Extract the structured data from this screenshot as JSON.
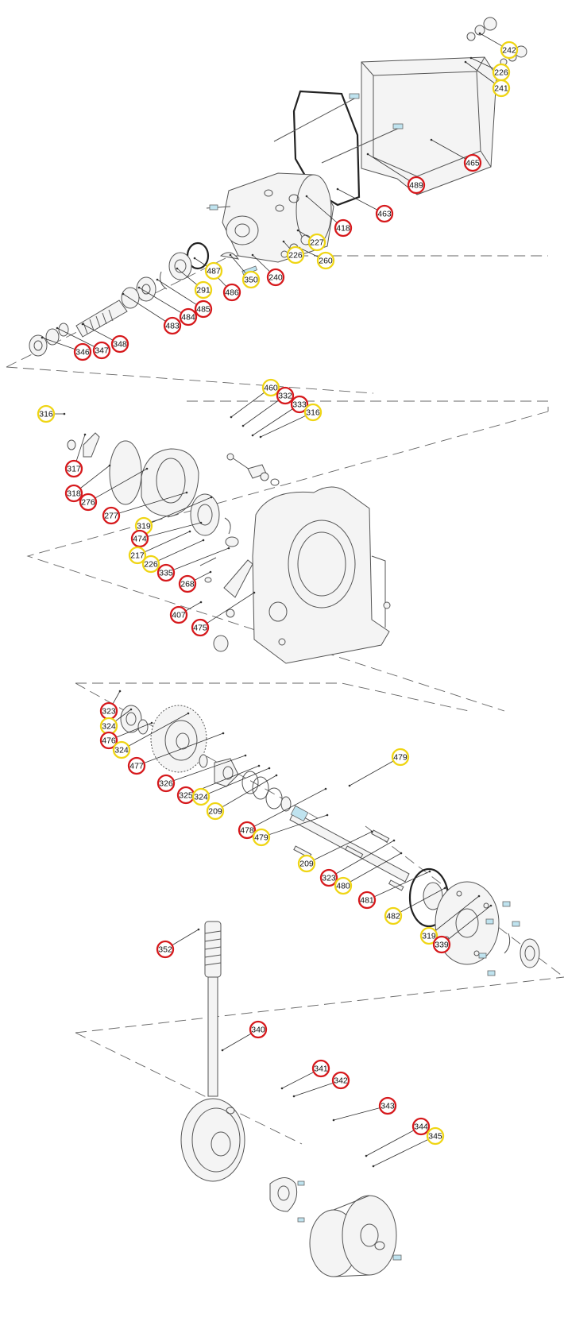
{
  "colors": {
    "red": "#d6191c",
    "yellow": "#efd514",
    "line": "#555555",
    "accent": "#bfe3ef"
  },
  "sections": [
    {
      "id": "gearbox-top",
      "callouts": [
        {
          "label": "242",
          "color": "yellow"
        },
        {
          "label": "226",
          "color": "yellow"
        },
        {
          "label": "241",
          "color": "yellow"
        },
        {
          "label": "465",
          "color": "red"
        },
        {
          "label": "489",
          "color": "red"
        },
        {
          "label": "463",
          "color": "red"
        },
        {
          "label": "418",
          "color": "red"
        },
        {
          "label": "227",
          "color": "yellow"
        },
        {
          "label": "226",
          "color": "yellow"
        },
        {
          "label": "260",
          "color": "yellow"
        },
        {
          "label": "240",
          "color": "red"
        },
        {
          "label": "350",
          "color": "yellow"
        },
        {
          "label": "487",
          "color": "yellow"
        },
        {
          "label": "486",
          "color": "red"
        },
        {
          "label": "291",
          "color": "yellow"
        },
        {
          "label": "485",
          "color": "red"
        },
        {
          "label": "484",
          "color": "red"
        },
        {
          "label": "483",
          "color": "red"
        },
        {
          "label": "348",
          "color": "red"
        },
        {
          "label": "347",
          "color": "red"
        },
        {
          "label": "346",
          "color": "red"
        }
      ]
    },
    {
      "id": "housing",
      "callouts": [
        {
          "label": "316",
          "color": "yellow"
        },
        {
          "label": "460",
          "color": "yellow"
        },
        {
          "label": "332",
          "color": "red"
        },
        {
          "label": "333",
          "color": "red"
        },
        {
          "label": "316",
          "color": "yellow"
        },
        {
          "label": "317",
          "color": "red"
        },
        {
          "label": "318",
          "color": "red"
        },
        {
          "label": "276",
          "color": "red"
        },
        {
          "label": "277",
          "color": "red"
        },
        {
          "label": "319",
          "color": "yellow"
        },
        {
          "label": "474",
          "color": "red"
        },
        {
          "label": "217",
          "color": "yellow"
        },
        {
          "label": "226",
          "color": "yellow"
        },
        {
          "label": "335",
          "color": "red"
        },
        {
          "label": "268",
          "color": "red"
        },
        {
          "label": "407",
          "color": "red"
        },
        {
          "label": "475",
          "color": "red"
        }
      ]
    },
    {
      "id": "shaft",
      "callouts": [
        {
          "label": "323",
          "color": "red"
        },
        {
          "label": "324",
          "color": "yellow"
        },
        {
          "label": "476",
          "color": "red"
        },
        {
          "label": "324",
          "color": "yellow"
        },
        {
          "label": "477",
          "color": "red"
        },
        {
          "label": "326",
          "color": "red"
        },
        {
          "label": "325",
          "color": "red"
        },
        {
          "label": "324",
          "color": "yellow"
        },
        {
          "label": "209",
          "color": "yellow"
        },
        {
          "label": "479",
          "color": "yellow"
        },
        {
          "label": "478",
          "color": "red"
        },
        {
          "label": "479",
          "color": "yellow"
        },
        {
          "label": "209",
          "color": "yellow"
        },
        {
          "label": "323",
          "color": "red"
        },
        {
          "label": "480",
          "color": "yellow"
        },
        {
          "label": "481",
          "color": "red"
        },
        {
          "label": "482",
          "color": "yellow"
        },
        {
          "label": "319",
          "color": "yellow"
        },
        {
          "label": "339",
          "color": "red"
        }
      ]
    },
    {
      "id": "wheel",
      "callouts": [
        {
          "label": "352",
          "color": "red"
        },
        {
          "label": "340",
          "color": "red"
        },
        {
          "label": "341",
          "color": "red"
        },
        {
          "label": "342",
          "color": "red"
        },
        {
          "label": "343",
          "color": "red"
        },
        {
          "label": "344",
          "color": "red"
        },
        {
          "label": "345",
          "color": "yellow"
        }
      ]
    }
  ]
}
